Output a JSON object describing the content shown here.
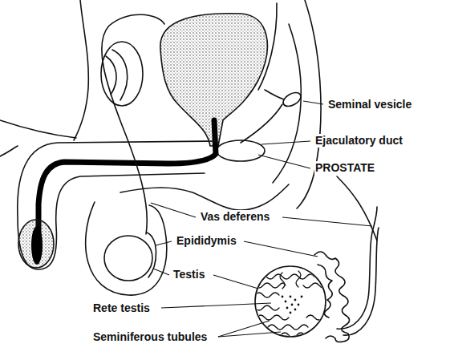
{
  "diagram": {
    "labels": [
      "Seminal vesicle",
      "Ejaculatory duct",
      "PROSTATE",
      "Vas deferens",
      "Epididymis",
      "Testis",
      "Rete testis",
      "Seminiferous tubules"
    ]
  }
}
